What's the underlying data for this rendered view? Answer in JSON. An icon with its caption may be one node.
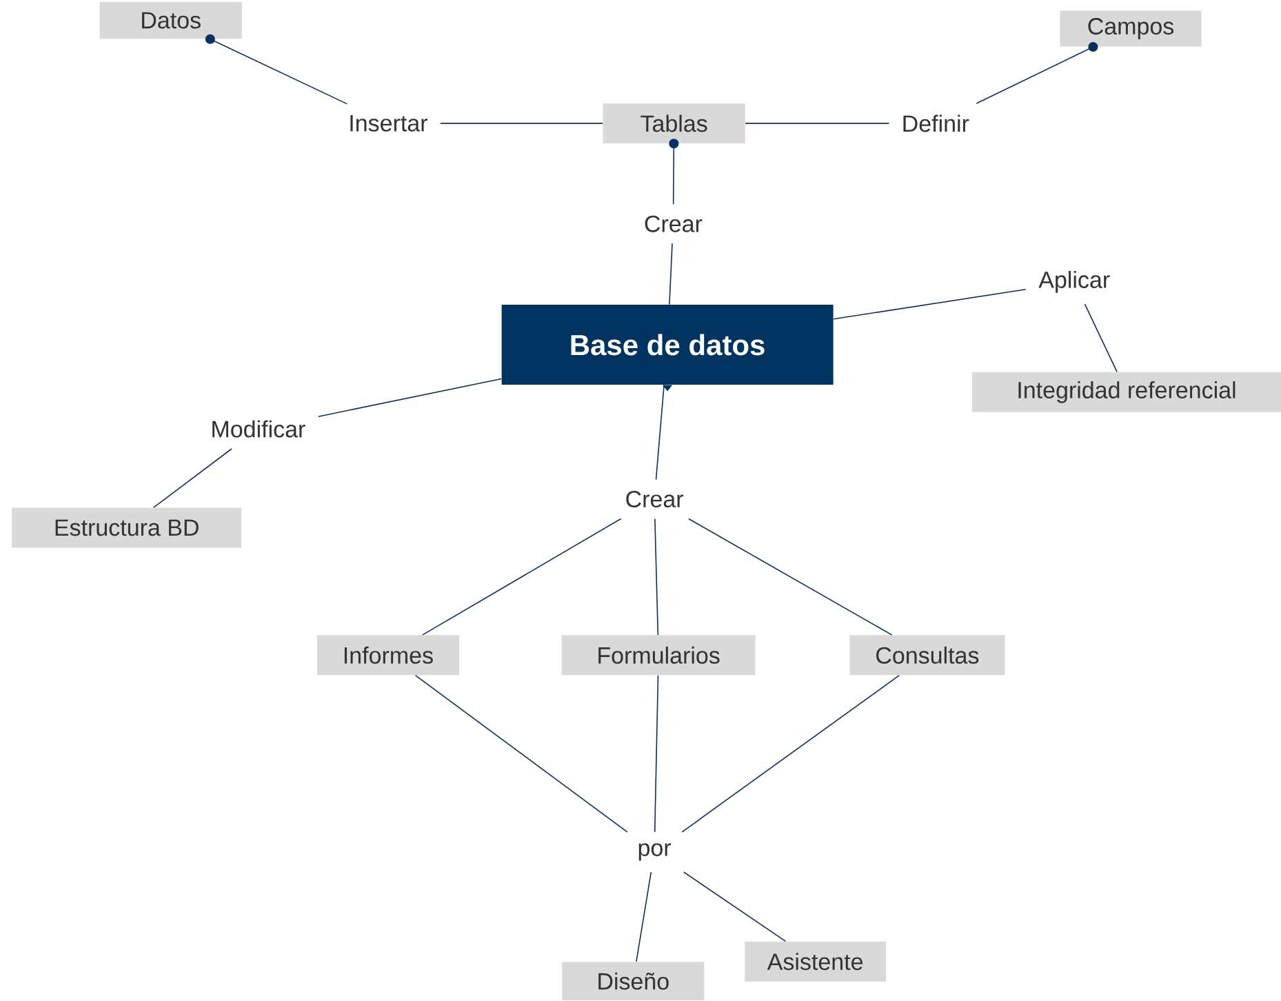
{
  "diagram": {
    "nodes": [
      {
        "text": [
          "Base de datos"
        ]
      },
      {
        "text": [
          "Crear"
        ]
      },
      {
        "text": [
          "Tablas"
        ]
      },
      {
        "text": [
          "Insertar"
        ]
      },
      {
        "text": [
          "Definir"
        ]
      },
      {
        "text": [
          "Datos"
        ]
      },
      {
        "text": [
          "Campos"
        ]
      },
      {
        "text": [
          "Aplicar"
        ]
      },
      {
        "text": [
          "Integridad referencial"
        ]
      },
      {
        "text": [
          "Modificar"
        ]
      },
      {
        "text": [
          "Estructura BD"
        ]
      },
      {
        "text": [
          "Crear"
        ]
      },
      {
        "text": [
          "Informes"
        ]
      },
      {
        "text": [
          "Formularios"
        ]
      },
      {
        "text": [
          "Consultas"
        ]
      },
      {
        "text": [
          "por"
        ]
      },
      {
        "text": [
          "Diseño"
        ]
      },
      {
        "text": [
          "Asistente"
        ]
      }
    ],
    "edges": [
      {
        "from": 0,
        "to": 1,
        "arrow": "none"
      },
      {
        "from": 1,
        "to": 2,
        "arrow": "other"
      },
      {
        "from": 2,
        "to": 3,
        "arrow": "none"
      },
      {
        "from": 3,
        "to": 5,
        "arrow": "other"
      },
      {
        "from": 2,
        "to": 4,
        "arrow": "none"
      },
      {
        "from": 4,
        "to": 6,
        "arrow": "other"
      },
      {
        "from": 0,
        "to": 7,
        "arrow": "none"
      },
      {
        "from": 7,
        "to": 8,
        "arrow": "none"
      },
      {
        "from": 0,
        "to": 9,
        "arrow": "none"
      },
      {
        "from": 9,
        "to": 10,
        "arrow": "none"
      },
      {
        "from": 0,
        "to": 11,
        "arrow": "none"
      },
      {
        "from": 11,
        "to": 12,
        "arrow": "none"
      },
      {
        "from": 11,
        "to": 13,
        "arrow": "none"
      },
      {
        "from": 11,
        "to": 14,
        "arrow": "none"
      },
      {
        "from": 12,
        "to": 15,
        "arrow": "none"
      },
      {
        "from": 13,
        "to": 15,
        "arrow": "none"
      },
      {
        "from": 14,
        "to": 15,
        "arrow": "none"
      },
      {
        "from": 15,
        "to": 16,
        "arrow": "none"
      },
      {
        "from": 15,
        "to": 17,
        "arrow": "none"
      }
    ]
  }
}
